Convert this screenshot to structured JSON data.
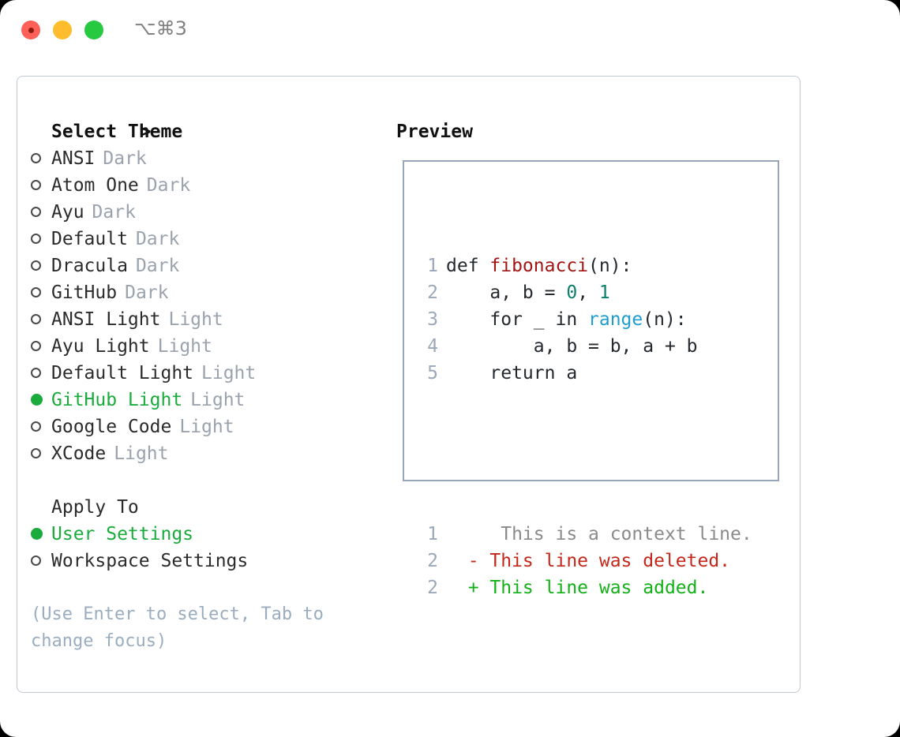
{
  "titlebar": {
    "shortcut": "⌥⌘3",
    "lights": [
      "close",
      "minimize",
      "maximize"
    ]
  },
  "left": {
    "header": {
      "marker": ">",
      "label": "Select Theme"
    },
    "themes": [
      {
        "marker": "o",
        "name": "ANSI",
        "kind": "Dark",
        "selected": false
      },
      {
        "marker": "o",
        "name": "Atom One",
        "kind": "Dark",
        "selected": false
      },
      {
        "marker": "o",
        "name": "Ayu",
        "kind": "Dark",
        "selected": false
      },
      {
        "marker": "o",
        "name": "Default",
        "kind": "Dark",
        "selected": false
      },
      {
        "marker": "o",
        "name": "Dracula",
        "kind": "Dark",
        "selected": false
      },
      {
        "marker": "o",
        "name": "GitHub",
        "kind": "Dark",
        "selected": false
      },
      {
        "marker": "o",
        "name": "ANSI Light",
        "kind": "Light",
        "selected": false
      },
      {
        "marker": "o",
        "name": "Ayu Light",
        "kind": "Light",
        "selected": false
      },
      {
        "marker": "o",
        "name": "Default Light",
        "kind": "Light",
        "selected": false
      },
      {
        "marker": "●",
        "name": "GitHub Light",
        "kind": "Light",
        "selected": true
      },
      {
        "marker": "o",
        "name": "Google Code",
        "kind": "Light",
        "selected": false
      },
      {
        "marker": "o",
        "name": "XCode",
        "kind": "Light",
        "selected": false
      }
    ],
    "apply_to": {
      "header": "Apply To",
      "options": [
        {
          "marker": "●",
          "label": "User Settings",
          "selected": true
        },
        {
          "marker": "o",
          "label": "Workspace Settings",
          "selected": false
        }
      ]
    },
    "hint": "(Use Enter to select, Tab to change focus)"
  },
  "right": {
    "title": "Preview",
    "code_lines": [
      {
        "num": "1",
        "tokens": [
          {
            "text": "def ",
            "cls": "tok-plain"
          },
          {
            "text": "fibonacci",
            "cls": "tok-func"
          },
          {
            "text": "(n):",
            "cls": "tok-plain"
          }
        ]
      },
      {
        "num": "2",
        "tokens": [
          {
            "text": "    a, b = ",
            "cls": "tok-plain"
          },
          {
            "text": "0",
            "cls": "tok-num"
          },
          {
            "text": ", ",
            "cls": "tok-plain"
          },
          {
            "text": "1",
            "cls": "tok-num"
          }
        ]
      },
      {
        "num": "3",
        "tokens": [
          {
            "text": "    for _ in ",
            "cls": "tok-plain"
          },
          {
            "text": "range",
            "cls": "tok-builtin"
          },
          {
            "text": "(n):",
            "cls": "tok-plain"
          }
        ]
      },
      {
        "num": "4",
        "tokens": [
          {
            "text": "        a, b = b, a + b",
            "cls": "tok-plain"
          }
        ]
      },
      {
        "num": "5",
        "tokens": [
          {
            "text": "    return a",
            "cls": "tok-plain"
          }
        ]
      }
    ],
    "diff_lines": [
      {
        "num": "1",
        "sign": " ",
        "text": "  This is a context line.",
        "cls": "diff-ctx"
      },
      {
        "num": "2",
        "sign": "-",
        "text": " This line was deleted.",
        "cls": "diff-del"
      },
      {
        "num": "2",
        "sign": "+",
        "text": " This line was added.",
        "cls": "diff-add"
      }
    ]
  },
  "colors": {
    "accent_green": "#19ab3c",
    "muted_gray": "#9aa3ad",
    "hint_blue_gray": "#9aadc0",
    "panel_border": "#c3c9d4",
    "preview_border": "#97a5b8",
    "func_red": "#a31515",
    "number_teal": "#0b7f6b",
    "builtin_blue": "#1f9cd1",
    "diff_del_red": "#c4271a",
    "diff_add_green": "#13b117"
  }
}
